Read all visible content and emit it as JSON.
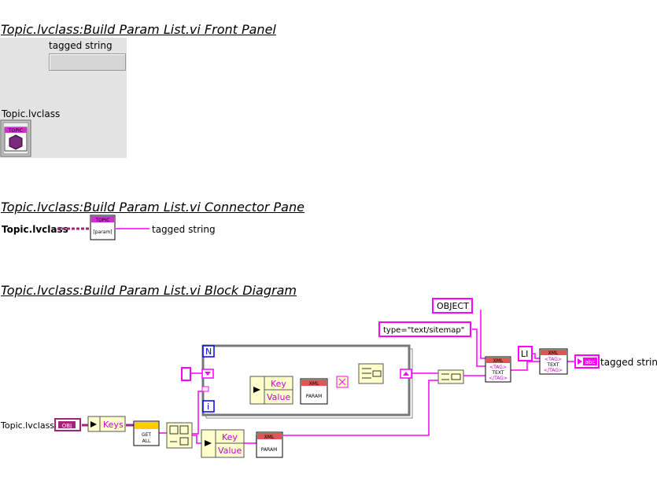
{
  "front_panel": {
    "title": "Topic.lvclass:Build Param List.vi Front Panel",
    "string_label": "tagged string",
    "class_label": "Topic.lvclass",
    "class_icon_text": "TOPIC"
  },
  "connector_pane": {
    "title": "Topic.lvclass:Build Param List.vi Connector Pane",
    "input_label": "Topic.lvclass",
    "output_label": "tagged string",
    "icon_top": "TOPIC",
    "icon_text": "[param]"
  },
  "block_diagram": {
    "title": "Topic.lvclass:Build Param List.vi Block Diagram",
    "const_object": "OBJECT",
    "const_type": "type=\"text/sitemap\"",
    "const_li": "LI",
    "loop_n": "N",
    "loop_i": "i",
    "key_label": "Key",
    "value_label": "Value",
    "xml_label": "XML",
    "param_label": "PARAM",
    "keys_label": "Keys",
    "get_all_1": "GET",
    "get_all_2": "ALL",
    "obj_terminal": "OBJ",
    "input_label": "Topic.lvclass",
    "output_label": "tagged string",
    "tag_open": "<TAG>",
    "tag_text": "TEXT",
    "tag_close": "</TAG>",
    "abc": "abc"
  },
  "colors": {
    "wire_string": "#ff00ff",
    "wire_class": "#a0247a",
    "node_bg": "#ffffcc",
    "xml_header": "#e05555",
    "panel_bg": "#e3e3e3"
  }
}
